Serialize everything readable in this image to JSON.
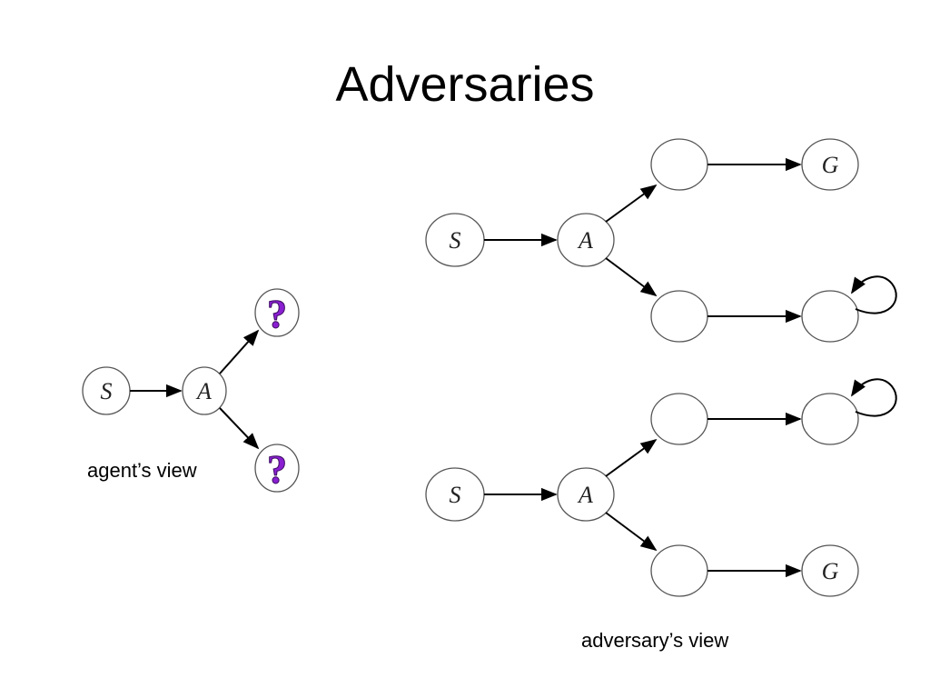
{
  "slide": {
    "title": "Adversaries",
    "agent_caption": "agent’s view",
    "adversary_caption": "adversary’s view"
  },
  "nodes": {
    "start": "S",
    "action": "A",
    "goal": "G",
    "unknown": "?"
  },
  "colors": {
    "question_mark": "#8a1fd1",
    "node_stroke": "#555555"
  }
}
